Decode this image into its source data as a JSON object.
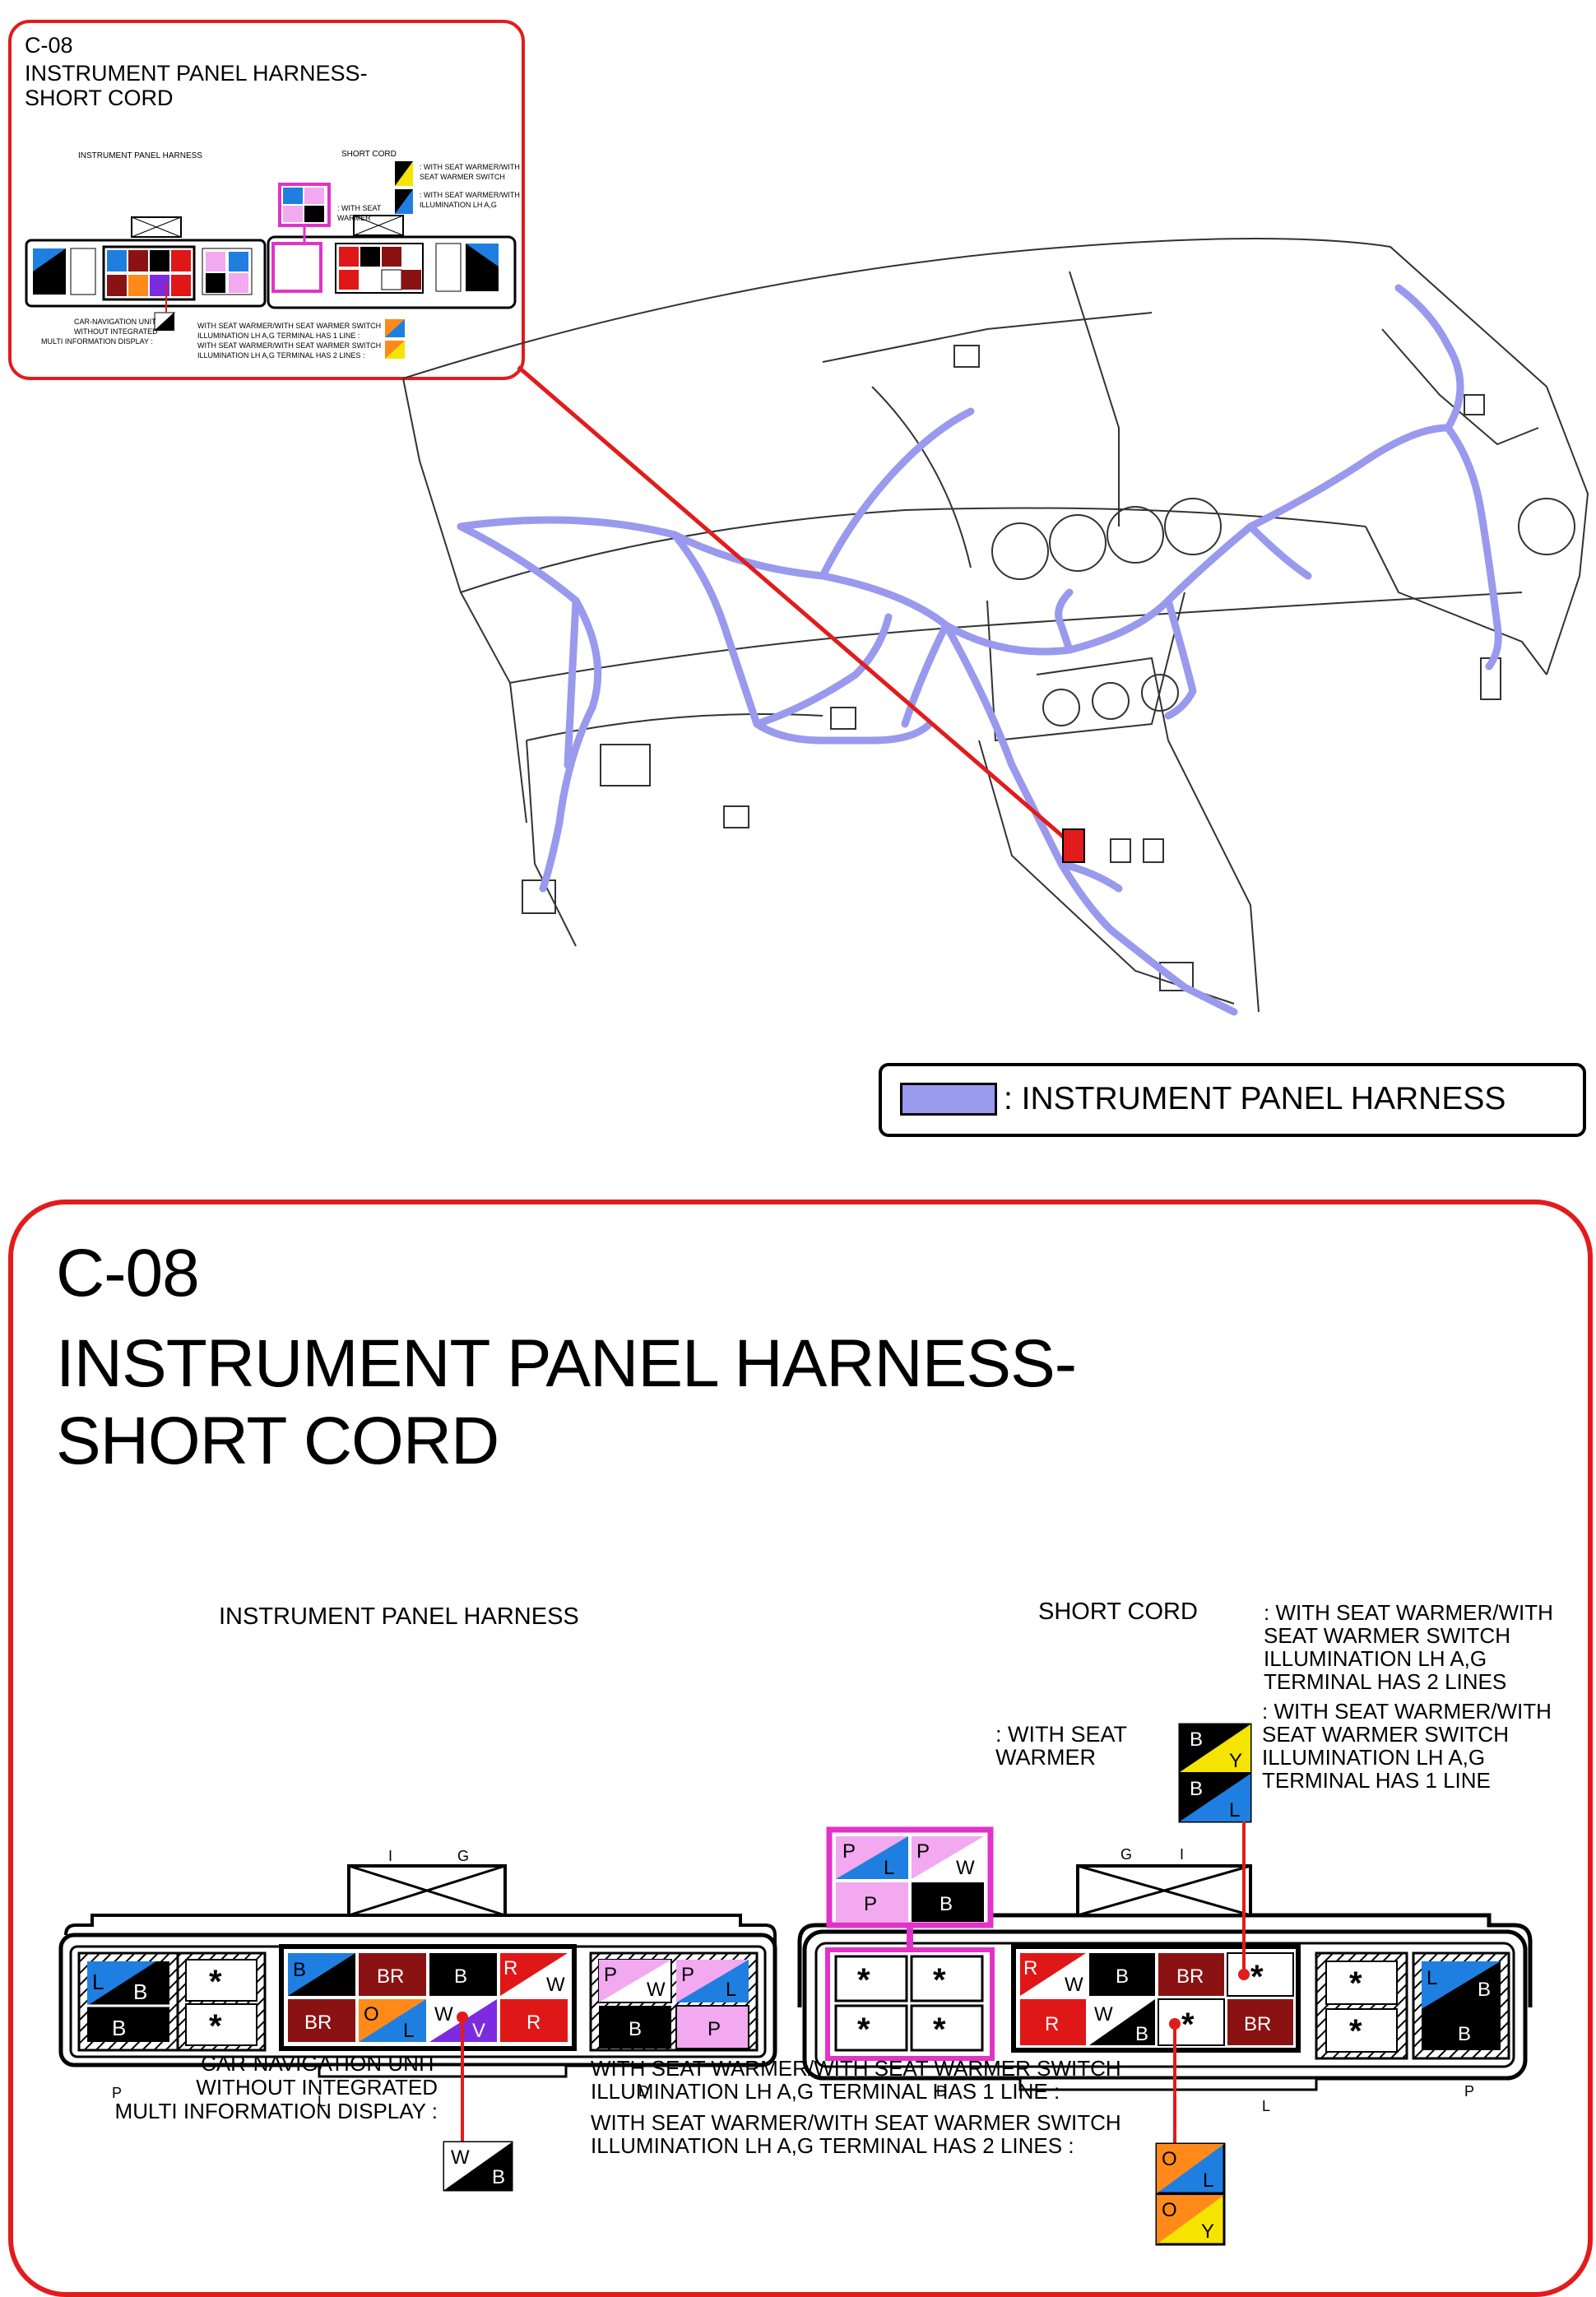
{
  "connector_id": "C-08",
  "title_line1": "INSTRUMENT PANEL HARNESS-",
  "title_line2": "SHORT CORD",
  "legend": {
    "label": ": INSTRUMENT PANEL HARNESS",
    "swatch_color": "#9999ee"
  },
  "colors": {
    "highlight_red": "#e21c1c",
    "magenta": "#e233c8",
    "harness_blue": "#9999ee"
  },
  "left_connector": {
    "name": "INSTRUMENT PANEL HARNESS",
    "top_labels": [
      "I",
      "G"
    ],
    "bottom_labels": [
      "P",
      "L",
      "D"
    ]
  },
  "right_connector": {
    "name": "SHORT CORD",
    "top_labels": [
      "G",
      "I"
    ],
    "bottom_labels": [
      "D",
      "L",
      "P"
    ]
  },
  "wire_codes": [
    "L",
    "B",
    "BR",
    "R",
    "W",
    "O",
    "V",
    "P",
    "Y",
    "*"
  ],
  "notes": {
    "seat_warmer": ": WITH SEAT\nWARMER",
    "sw_2lines": ": WITH SEAT WARMER/WITH\nSEAT WARMER SWITCH\nILLUMINATION LH A,G\nTERMINAL HAS 2 LINES",
    "sw_1line": ": WITH SEAT WARMER/WITH\nSEAT WARMER SWITCH\nILLUMINATION LH A,G\nTERMINAL HAS 1 LINE",
    "carnav": "CAR-NAVIGATION UNIT\nWITHOUT INTEGRATED\nMULTI INFORMATION DISPLAY :",
    "bottom_1line": "WITH SEAT WARMER/WITH SEAT WARMER SWITCH\nILLUMINATION LH A,G TERMINAL HAS 1 LINE :",
    "bottom_2lines": "WITH SEAT WARMER/WITH SEAT WARMER SWITCH\nILLUMINATION LH A,G TERMINAL HAS 2 LINES :"
  }
}
